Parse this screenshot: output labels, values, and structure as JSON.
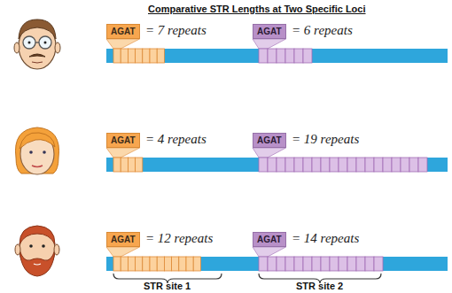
{
  "diagram": {
    "title": "Comparative STR Lengths at Two Specific Loci",
    "nodes": [
      {
        "text": [
          "AGAT"
        ]
      },
      {
        "text": [
          "AGAT"
        ]
      },
      {
        "text": [
          "AGAT"
        ]
      },
      {
        "text": [
          "AGAT"
        ]
      },
      {
        "text": [
          "AGAT"
        ]
      },
      {
        "text": [
          "AGAT"
        ]
      }
    ],
    "labels": [
      "= 7 repeats",
      "= 6 repeats",
      "= 4 repeats",
      "= 19 repeats",
      "= 12 repeats",
      "= 14 repeats",
      "STR site 1",
      "STR site 2"
    ]
  }
}
